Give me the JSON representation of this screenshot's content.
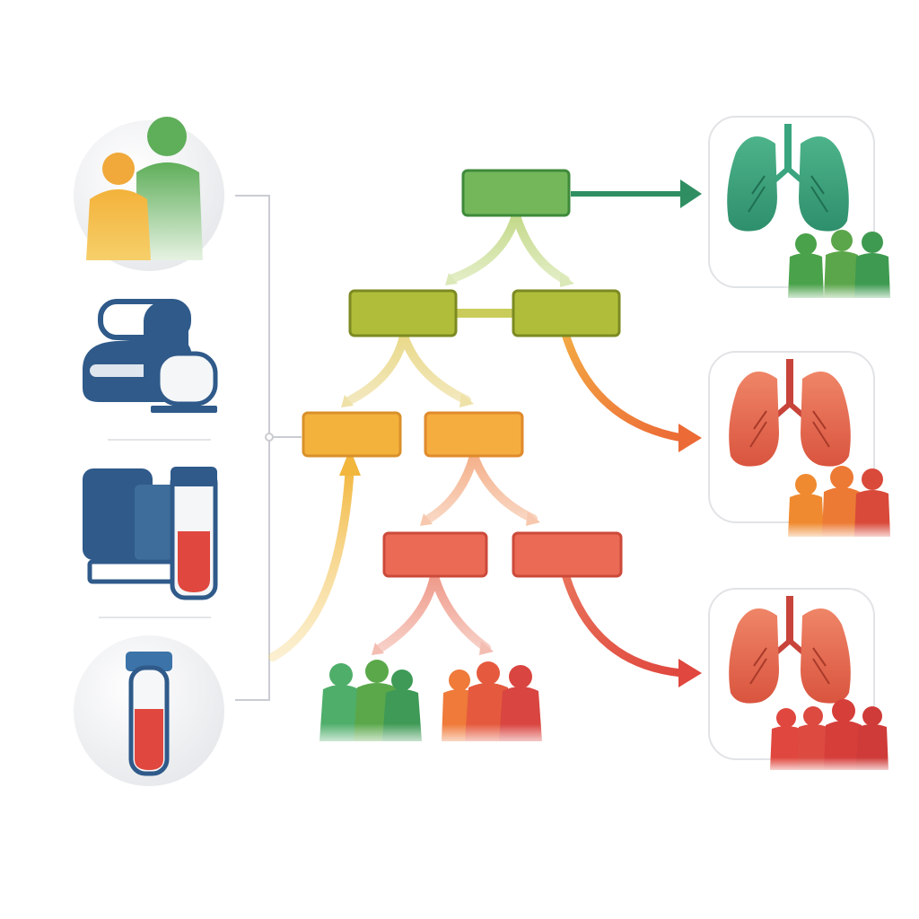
{
  "colors": {
    "green": "#6fb35a",
    "olive": "#a9b93a",
    "yellow": "#f2b63c",
    "orange": "#ec8a3a",
    "red": "#e0554a",
    "navy": "#2f5a8a",
    "teal": "#3aa57e",
    "connector": "#c9ccd1"
  },
  "tree": {
    "levels": [
      {
        "name": "level-1",
        "nodes": [
          "green"
        ]
      },
      {
        "name": "level-2",
        "nodes": [
          "olive",
          "olive"
        ]
      },
      {
        "name": "level-3",
        "nodes": [
          "yellow",
          "orange"
        ]
      },
      {
        "name": "level-4",
        "nodes": [
          "red",
          "red"
        ]
      }
    ]
  },
  "inputs": [
    {
      "icon": "patients-icon"
    },
    {
      "icon": "imaging-scanner-icon"
    },
    {
      "icon": "lab-analyzer-icon"
    },
    {
      "icon": "blood-sample-tube-icon"
    }
  ],
  "outcomes": [
    {
      "icon": "lungs-healthy-icon",
      "color": "#3aa57e",
      "group": "low-risk-group-icon"
    },
    {
      "icon": "lungs-moderate-icon",
      "color": "#e06a4a",
      "group": "moderate-risk-group-icon"
    },
    {
      "icon": "lungs-severe-icon",
      "color": "#dd5a48",
      "group": "high-risk-group-icon"
    }
  ]
}
